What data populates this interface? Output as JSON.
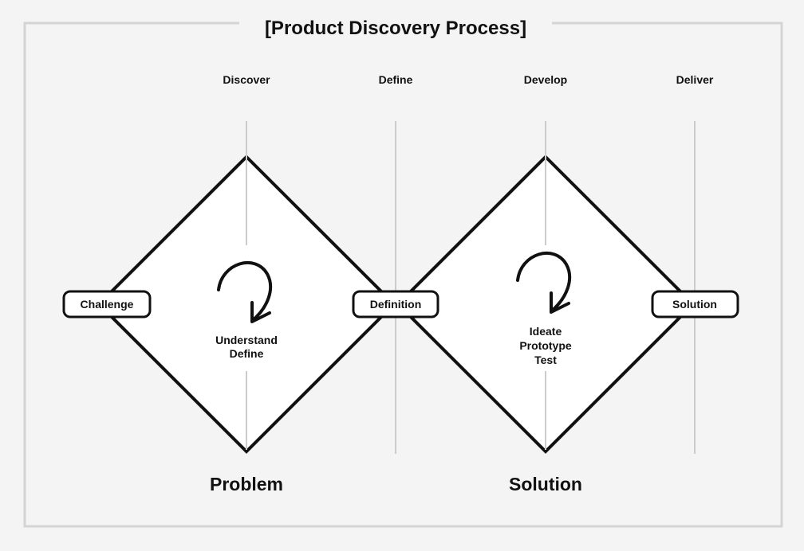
{
  "title": "[Product Discovery Process]",
  "phases": [
    "Discover",
    "Define",
    "Develop",
    "Deliver"
  ],
  "nodes": {
    "start": "Challenge",
    "middle": "Definition",
    "end": "Solution"
  },
  "diamonds": [
    {
      "activities": [
        "Understand",
        "Define"
      ],
      "section": "Problem"
    },
    {
      "activities": [
        "Ideate",
        "Prototype",
        "Test"
      ],
      "section": "Solution"
    }
  ],
  "colors": {
    "background": "#f4f4f4",
    "frame": "#d4d4d4",
    "diamond_fill": "#ffffff",
    "stroke": "#111111",
    "phase_lines": "#cccccc"
  }
}
